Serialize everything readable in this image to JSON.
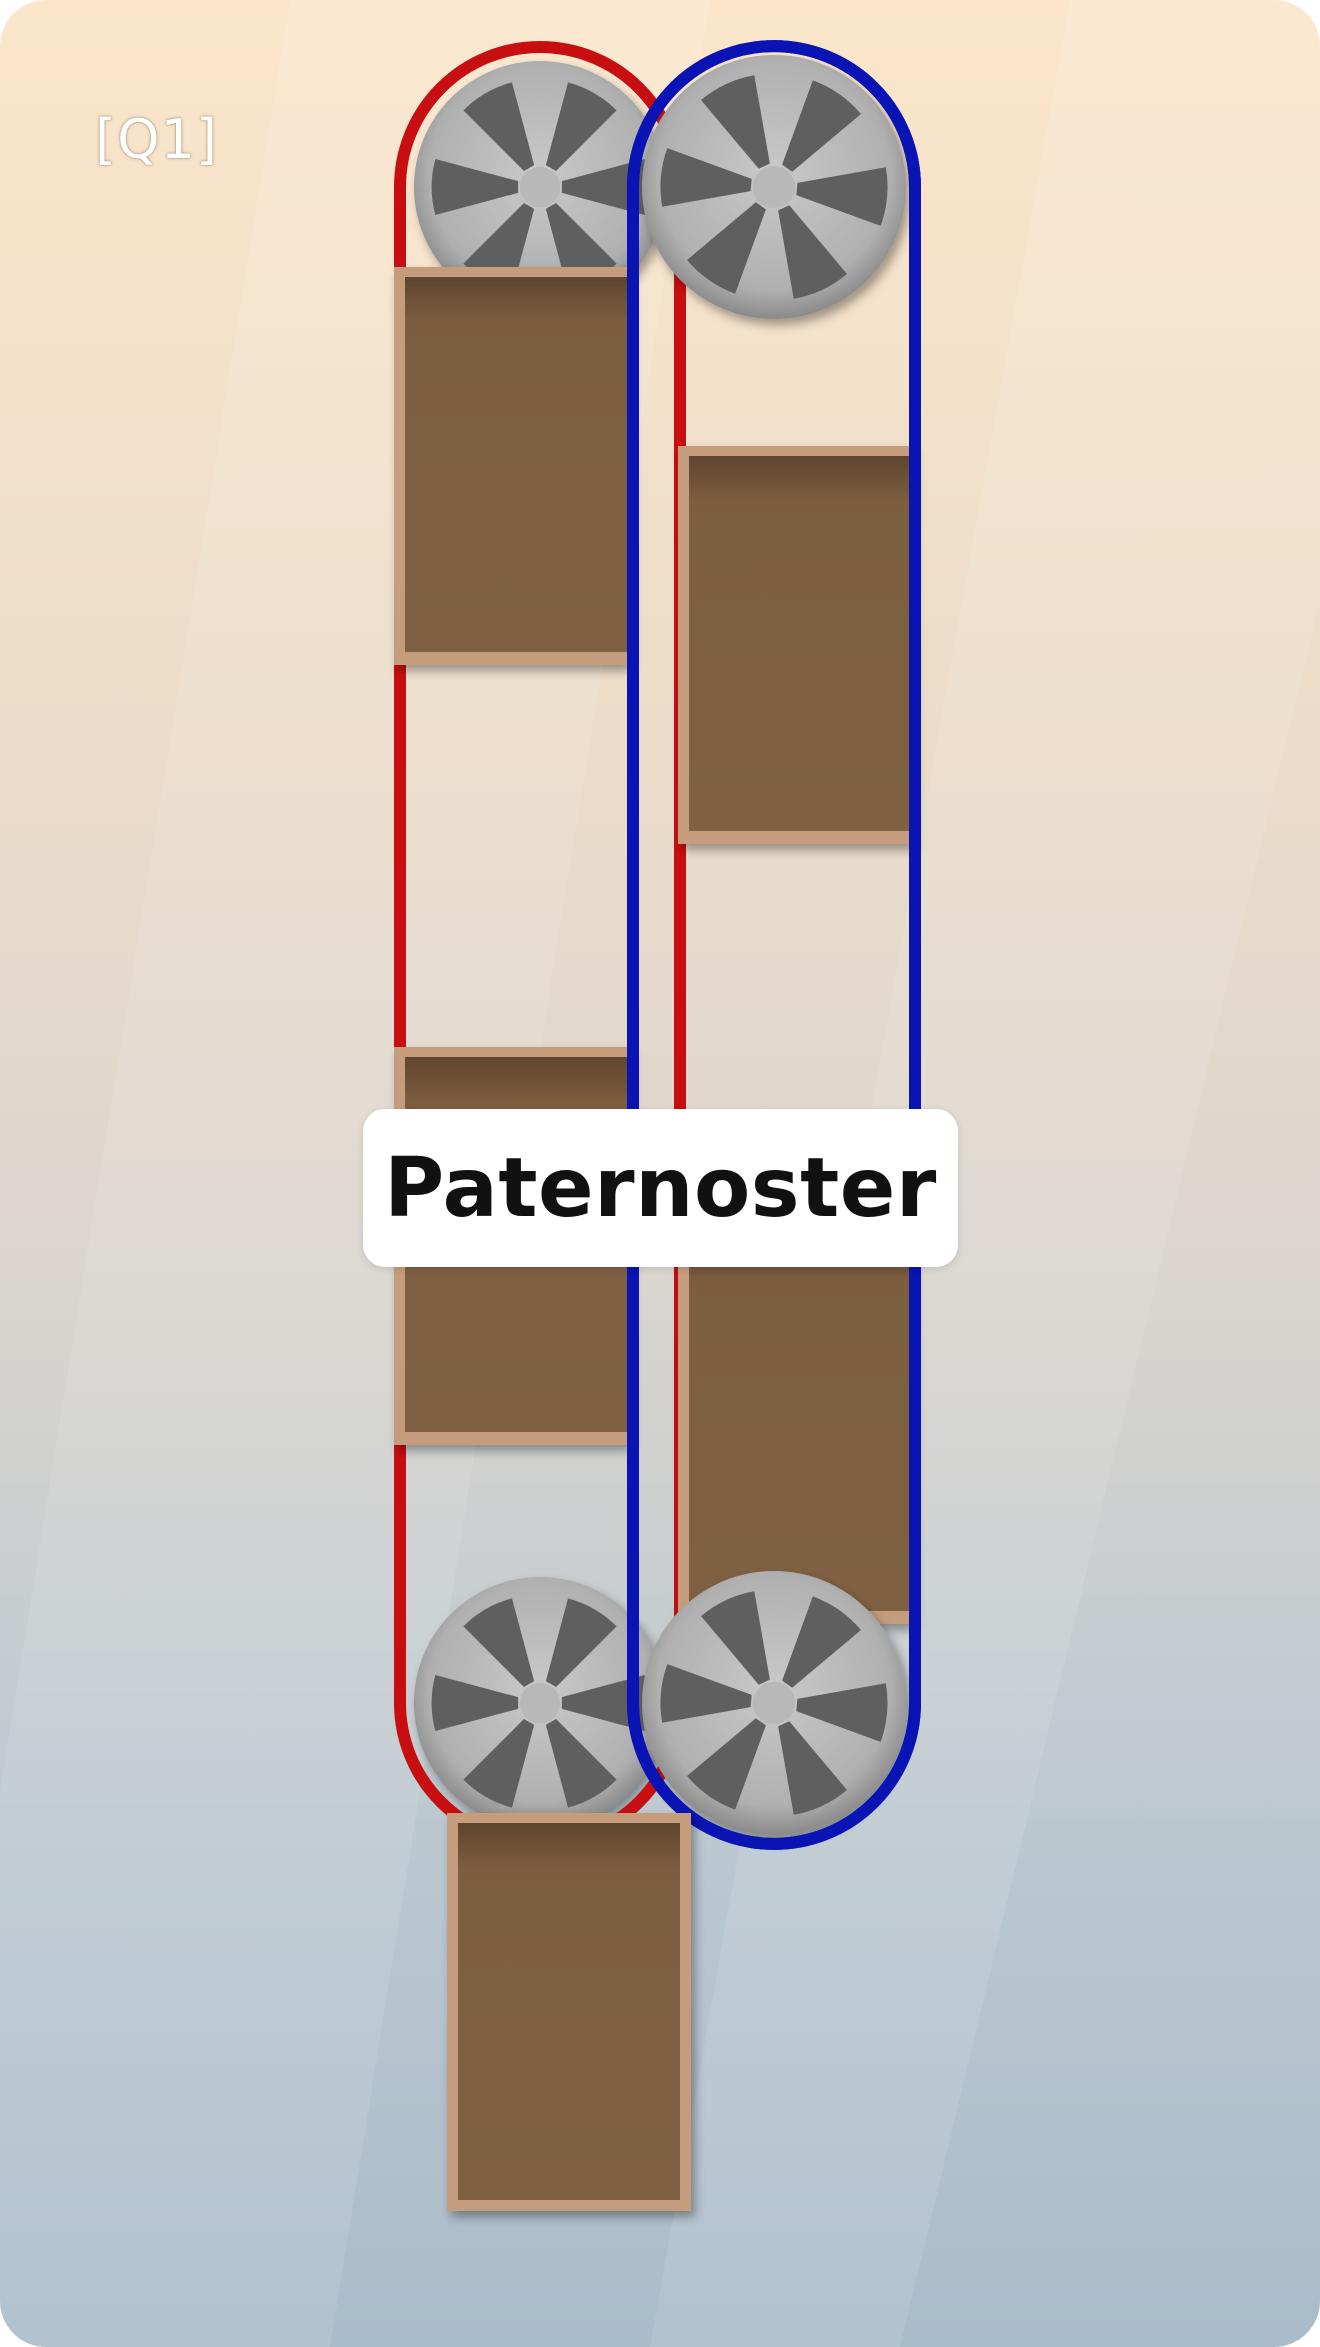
{
  "level": {
    "badge": "[Q1]"
  },
  "title": "Paternoster",
  "colors": {
    "belt_left": "#c70f12",
    "belt_right": "#0a14b4",
    "box_frame": "#c59d7c",
    "box_inner": "#7d5e42",
    "gear_face": "#b4b4b4",
    "gear_blade": "#5f5f5f"
  },
  "icons": {
    "gear": "gear-icon",
    "box": "cabin-box"
  }
}
